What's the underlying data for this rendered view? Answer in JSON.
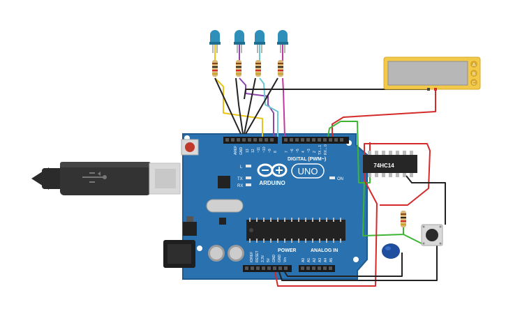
{
  "board": {
    "brand": "ARDUINO",
    "model": "UNO",
    "digital_label": "DIGITAL (PWM~)",
    "power_label": "POWER",
    "analog_label": "ANALOG IN",
    "aref": "AREF",
    "gnd": "GND",
    "on_label": "ON",
    "l_label": "L",
    "tx_label": "TX",
    "rx_label": "RX",
    "digital_pins": [
      "13",
      "12",
      "~11",
      "~10",
      "~9",
      "8",
      "7",
      "~6",
      "~5",
      "4",
      "~3",
      "2",
      "TX→1",
      "RX←0"
    ],
    "power_pins": [
      "IOREF",
      "RESET",
      "3.3V",
      "5V",
      "GND",
      "GND",
      "Vin"
    ],
    "analog_pins": [
      "A0",
      "A1",
      "A2",
      "A3",
      "A4",
      "A5"
    ]
  },
  "chip": {
    "label": "74HC14"
  },
  "display": {
    "pin_labels": [
      "A",
      "B",
      "C"
    ]
  },
  "components": {
    "leds": 4,
    "resistors": 5,
    "capacitor": "blue",
    "pushbutton": 1
  }
}
